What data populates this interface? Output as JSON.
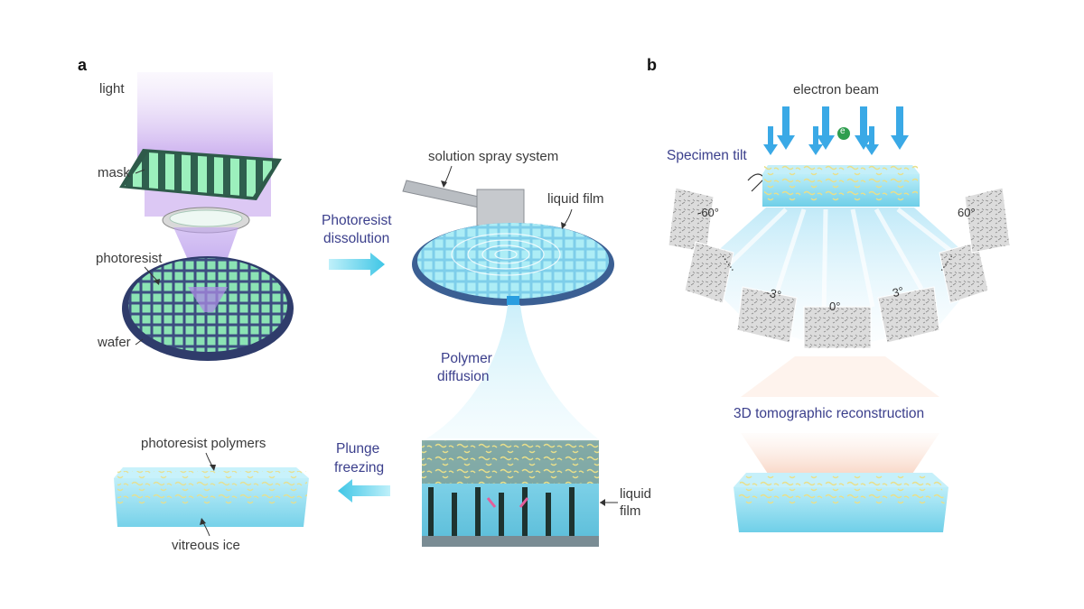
{
  "panel_a": {
    "letter": "a",
    "light": "light",
    "mask": "mask",
    "photoresist": "photoresist",
    "wafer": "wafer",
    "spray_system": "solution spray system",
    "liquid_film_top": "liquid film",
    "step1_line1": "Photoresist",
    "step1_line2": "dissolution",
    "step2_line1": "Polymer",
    "step2_line2": "diffusion",
    "step3_line1": "Plunge",
    "step3_line2": "freezing",
    "liquid_film_bottom_line1": "liquid",
    "liquid_film_bottom_line2": "film",
    "photoresist_polymers": "photoresist polymers",
    "vitreous_ice": "vitreous ice"
  },
  "panel_b": {
    "letter": "b",
    "electron_beam": "electron beam",
    "electron_symbol": "e",
    "specimen_tilt": "Specimen tilt",
    "angles": [
      "-60°",
      "-3°",
      "0°",
      "3°",
      "60°"
    ],
    "ellipsis": "......",
    "reconstruction": "3D tomographic reconstruction"
  },
  "colors": {
    "label_dark": "#3a3a3a",
    "label_blue": "#3b3f8c",
    "arrow_cyan": "#5fd3ea",
    "beam_blue": "#3aa9e6",
    "ice_blue": "#9ee0f2",
    "wafer_navy": "#3b4a7c",
    "light_purple": "#c9a6ec"
  }
}
